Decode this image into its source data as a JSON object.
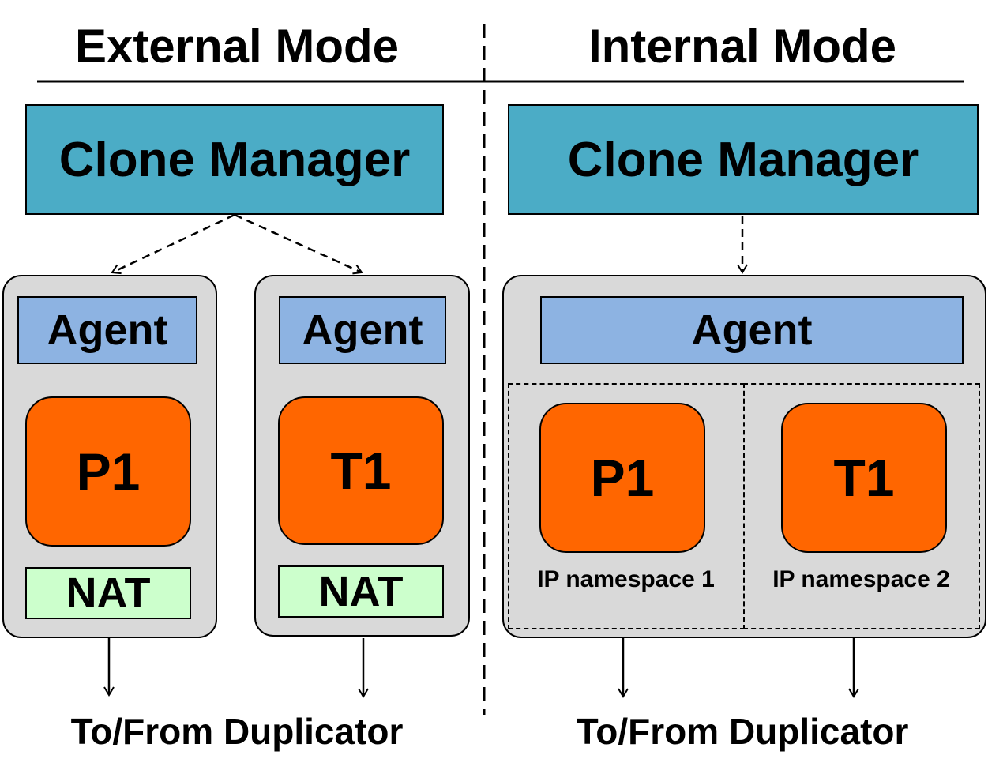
{
  "external": {
    "title": "External Mode",
    "clone_manager": "Clone Manager",
    "hosts": [
      {
        "agent": "Agent",
        "process": "P1",
        "nat": "NAT"
      },
      {
        "agent": "Agent",
        "process": "T1",
        "nat": "NAT"
      }
    ],
    "footer": "To/From Duplicator"
  },
  "internal": {
    "title": "Internal Mode",
    "clone_manager": "Clone Manager",
    "agent": "Agent",
    "namespaces": [
      {
        "process": "P1",
        "label": "IP namespace 1"
      },
      {
        "process": "T1",
        "label": "IP namespace 2"
      }
    ],
    "footer": "To/From Duplicator"
  },
  "colors": {
    "clone_manager": "#4BACC6",
    "agent": "#8DB3E2",
    "process": "#FF6600",
    "nat": "#CCFFCC",
    "host": "#D9D9D9"
  }
}
